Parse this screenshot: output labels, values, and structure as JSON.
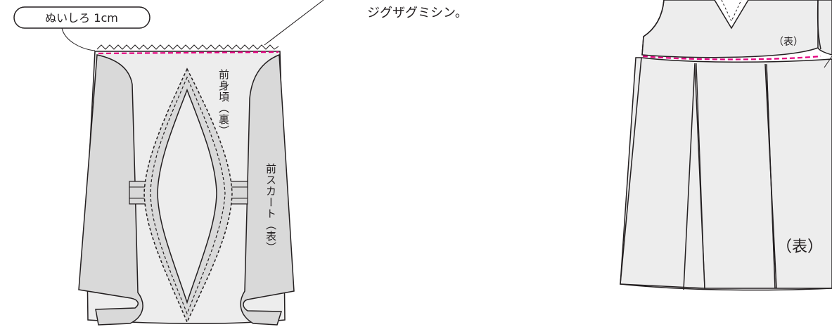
{
  "labels": {
    "seam_allowance": "ぬいしろ 1cm",
    "zigzag_note": "ジグザグミシン。",
    "bodice_back_side": "前身頃（裏）",
    "skirt_front_side": "前スカート（表）",
    "bodice_front_side": "（表）",
    "skirt_right_side": "（表）"
  },
  "colors": {
    "stroke": "#231f20",
    "fabric": "#ededed",
    "fabric_dark": "#d9d9d9",
    "stitch": "#e4007f"
  }
}
